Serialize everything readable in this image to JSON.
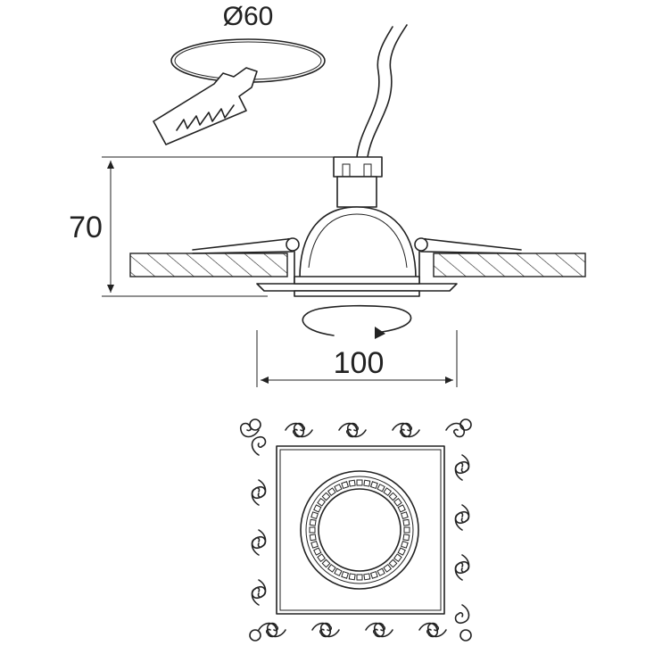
{
  "dimensions": {
    "cutout_diameter": "Ø60",
    "height": "70",
    "width": "100"
  },
  "colors": {
    "line": "#222222",
    "background": "#ffffff"
  }
}
